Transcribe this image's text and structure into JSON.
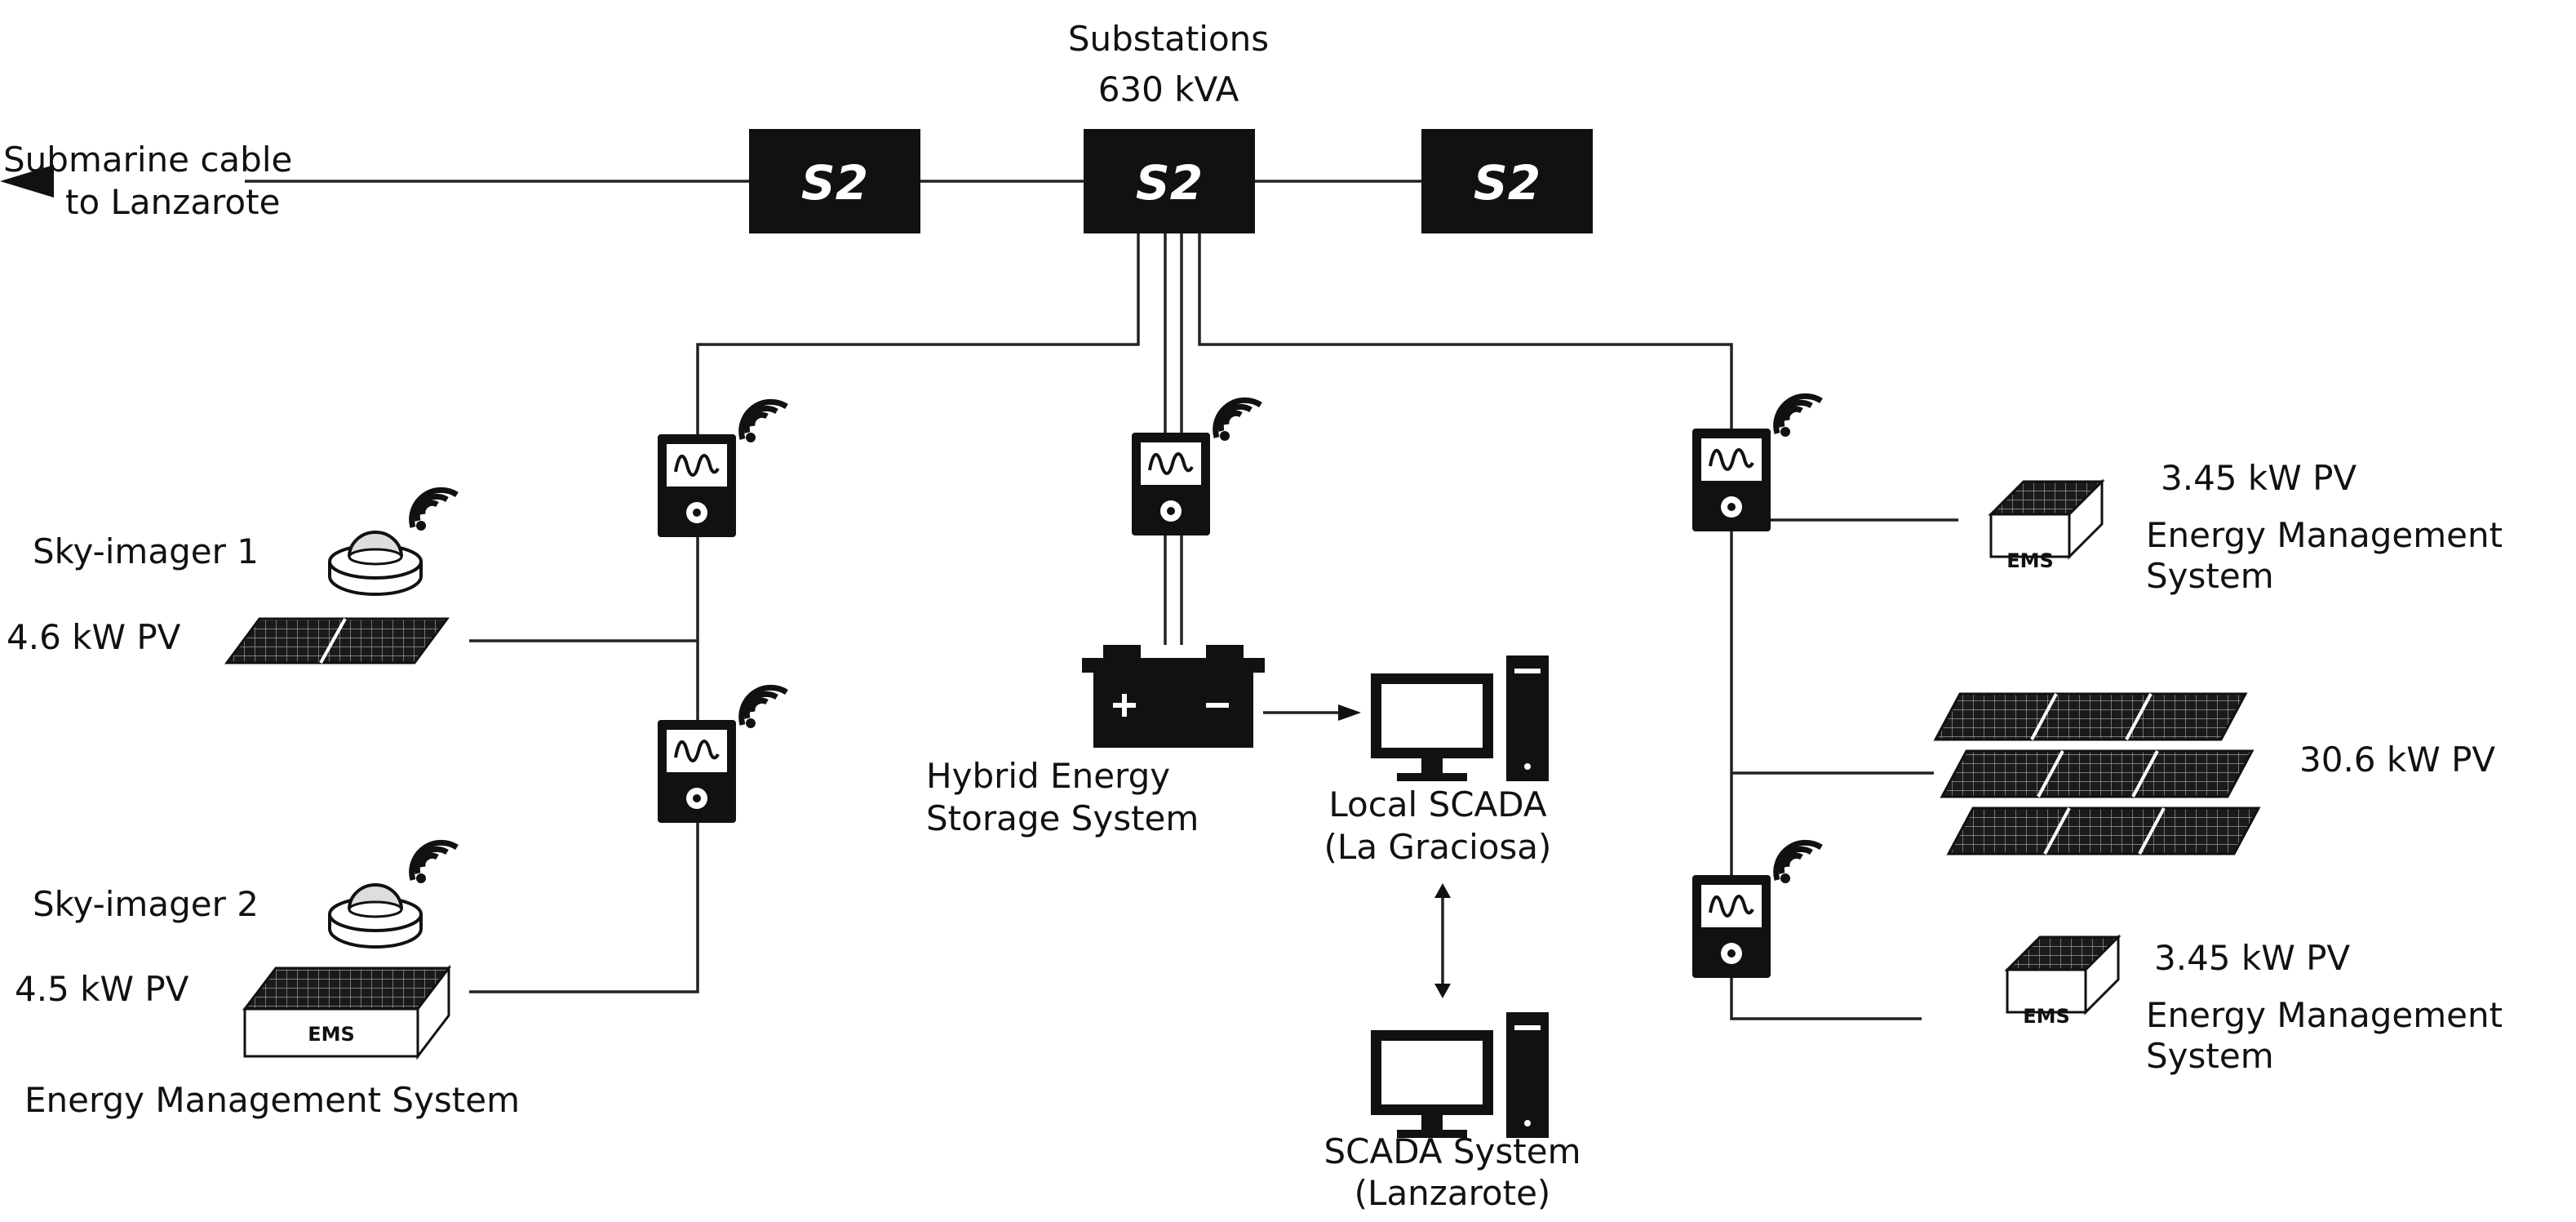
{
  "substations": {
    "title_line1": "Substations",
    "title_line2": "630 kVA",
    "left_label": "S2",
    "center_label": "S2",
    "right_label": "S2"
  },
  "submarine": {
    "line1": "Submarine cable",
    "line2": "to Lanzarote"
  },
  "left": {
    "sky_imager_1": "Sky-imager 1",
    "pv_1": "4.6 kW PV",
    "sky_imager_2": "Sky-imager 2",
    "pv_2": "4.5 kW PV",
    "ems_badge": "EMS",
    "ems_label": "Energy Management System"
  },
  "center": {
    "storage_line1": "Hybrid Energy",
    "storage_line2": "Storage System",
    "local_scada_line1": "Local SCADA",
    "local_scada_line2": "(La Graciosa)",
    "scada_line1": "SCADA System",
    "scada_line2": "(Lanzarote)"
  },
  "right": {
    "pv_top": "3.45 kW PV",
    "ems_top_line1": "Energy Management",
    "ems_top_line2": "System",
    "ems_top_badge": "EMS",
    "pv_array": "30.6 kW PV",
    "pv_bottom": "3.45 kW PV",
    "ems_bottom_line1": "Energy Management",
    "ems_bottom_line2": "System",
    "ems_bottom_badge": "EMS"
  }
}
